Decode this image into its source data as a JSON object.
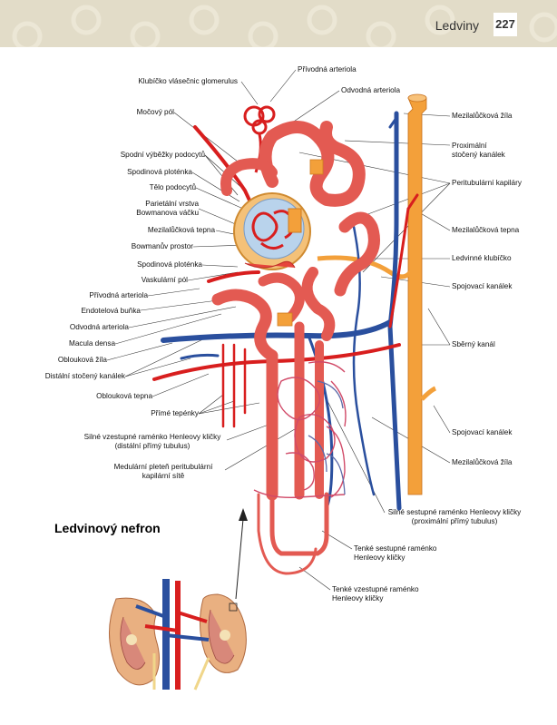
{
  "header": {
    "title": "Ledviny",
    "page_number": "227"
  },
  "caption": "Ledvinový nefron",
  "labels": {
    "privodna_arteriola_top": "Přívodná arteriola",
    "odvodna_arteriola_top": "Odvodná arteriola",
    "klubicko": "Klubíčko vlásečnic glomerulus",
    "mocovy_pol": "Močový pól",
    "spodni_vybezky": "Spodní výběžky podocytů",
    "spodinova_plotenka_1": "Spodinová ploténka",
    "telo_podocytu": "Tělo podocytů",
    "parietalni_1": "Parietální vrstva",
    "parietalni_2": "Bowmanova váčku",
    "mezilalu_tepna_left": "Mezilalůčková tepna",
    "bowmanuv_prostor": "Bowmanův prostor",
    "spodinova_plotenka_2": "Spodinová ploténka",
    "vaskularni_pol": "Vaskulární pól",
    "privodna_arteriola_left": "Přívodná arteriola",
    "endotelova_bunka": "Endotelová buňka",
    "odvodna_arteriola_left": "Odvodná arteriola",
    "macula_densa": "Macula densa",
    "obloukova_zila": "Oblouková žíla",
    "distalni": "Distální stočený kanálek",
    "obloukova_tepna": "Oblouková tepna",
    "prime_tepenky": "Přímé tepénky",
    "silne_vzestupne_1": "Silné vzestupné raménko Henleovy kličky",
    "silne_vzestupne_2": "(distální přímý tubulus)",
    "medularni_1": "Medulární pleteň peritubulární",
    "medularni_2": "kapilární sítě",
    "mezilalu_zila_top": "Mezilalůčková žíla",
    "proximalni_1": "Proximální",
    "proximalni_2": "stočený kanálek",
    "peritubularni": "Peritubulární kapiláry",
    "mezilalu_tepna_right": "Mezilalůčková tepna",
    "ledvinne_klubicko": "Ledvinné klubíčko",
    "spojovaci_1": "Spojovací kanálek",
    "sberny": "Sběrný kanál",
    "spojovaci_2": "Spojovací kanálek",
    "mezilalu_zila_bottom": "Mezilalůčková žíla",
    "silne_sestupne_1": "Silné sestupné raménko Henleovy kličky",
    "silne_sestupne_2": "(proximální přímý tubulus)",
    "tenke_sestupne_1": "Tenké sestupné raménko",
    "tenke_sestupne_2": "Henleovy kličky",
    "tenke_vzestupne_1": "Tenké vzestupné raménko",
    "tenke_vzestupne_2": "Henleovy kličky"
  },
  "colors": {
    "tubule": "#e35a52",
    "artery": "#d81e1e",
    "vein": "#2a4f9e",
    "collecting": "#f3a03a",
    "header": "#e2dcc8"
  }
}
